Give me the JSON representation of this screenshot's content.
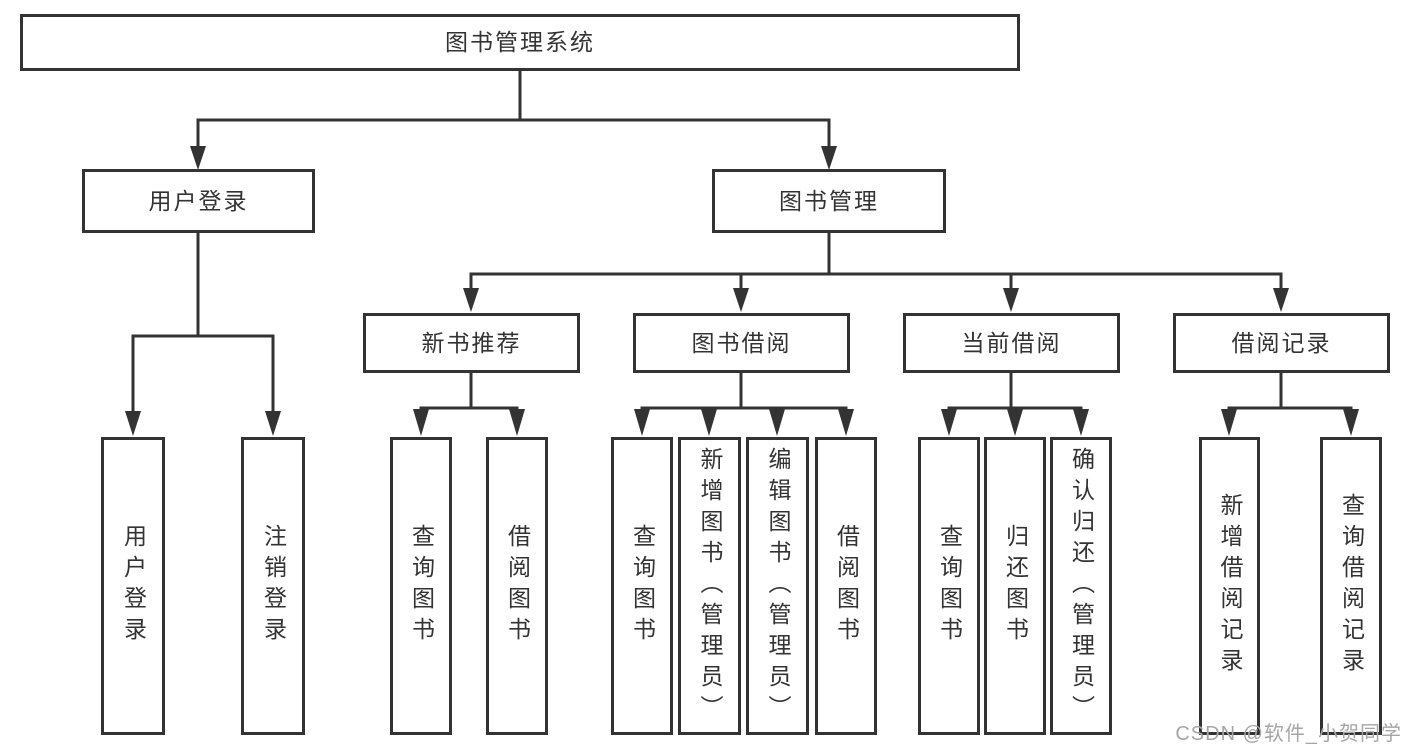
{
  "diagram": {
    "title": "图书管理系统",
    "colors": {
      "line": "#333333",
      "node_border": "#333333",
      "node_text": "#333333",
      "background": "#ffffff",
      "watermark": "#a6a6a6"
    }
  },
  "tree": {
    "label": "图书管理系统",
    "children": [
      {
        "label": "用户登录",
        "children": [
          {
            "label": "用户登录"
          },
          {
            "label": "注销登录"
          }
        ]
      },
      {
        "label": "图书管理",
        "children": [
          {
            "label": "新书推荐",
            "children": [
              {
                "label": "查询图书"
              },
              {
                "label": "借阅图书"
              }
            ]
          },
          {
            "label": "图书借阅",
            "children": [
              {
                "label": "查询图书"
              },
              {
                "label": "新增图书（管理员）"
              },
              {
                "label": "编辑图书（管理员）"
              },
              {
                "label": "借阅图书"
              }
            ]
          },
          {
            "label": "当前借阅",
            "children": [
              {
                "label": "查询图书"
              },
              {
                "label": "归还图书"
              },
              {
                "label": "确认归还（管理员）"
              }
            ]
          },
          {
            "label": "借阅记录",
            "children": [
              {
                "label": "新增借阅记录"
              },
              {
                "label": "查询借阅记录"
              }
            ]
          }
        ]
      }
    ]
  },
  "watermark": {
    "text": "CSDN @软件_小贺同学"
  }
}
